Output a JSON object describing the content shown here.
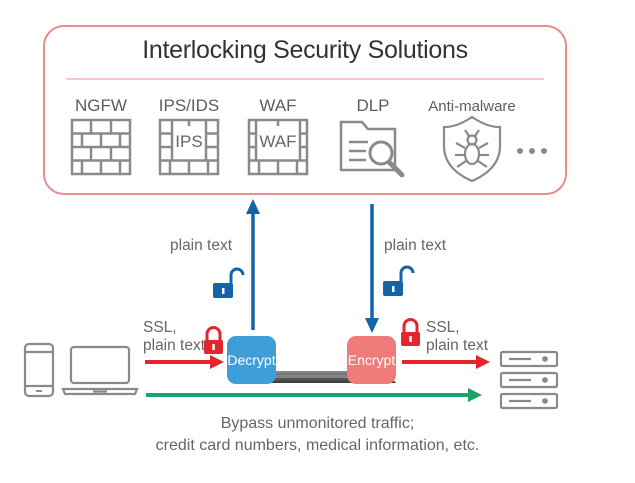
{
  "title": "Interlocking Security Solutions",
  "solutions": [
    {
      "label": "NGFW",
      "icon": "firewall-icon",
      "icon_text": ""
    },
    {
      "label": "IPS/IDS",
      "icon": "firewall-icon",
      "icon_text": "IPS"
    },
    {
      "label": "WAF",
      "icon": "firewall-icon",
      "icon_text": "WAF"
    },
    {
      "label": "DLP",
      "icon": "document-search-icon",
      "icon_text": ""
    },
    {
      "label": "Anti-malware",
      "icon": "bug-shield-icon",
      "icon_text": ""
    }
  ],
  "more_icon": "ellipsis-icon",
  "flow": {
    "plain_text_up": "plain text",
    "plain_text_down": "plain text",
    "ssl_in": [
      "SSL,",
      "plain text"
    ],
    "ssl_out": [
      "SSL,",
      "plain text"
    ],
    "decrypt": "Decrypt",
    "encrypt": "Encrypt"
  },
  "bypass": [
    "Bypass unmonitored traffic;",
    "credit card numbers, medical information, etc."
  ],
  "colors": {
    "box_border": "#e98c8c",
    "decrypt": "#3e9fd8",
    "encrypt": "#f07b7b",
    "up_arrow": "#1464a8",
    "red_arrow": "#e4262c",
    "green_arrow": "#1aa36a",
    "lock_red": "#e4262c",
    "lock_blue": "#1464a8"
  }
}
